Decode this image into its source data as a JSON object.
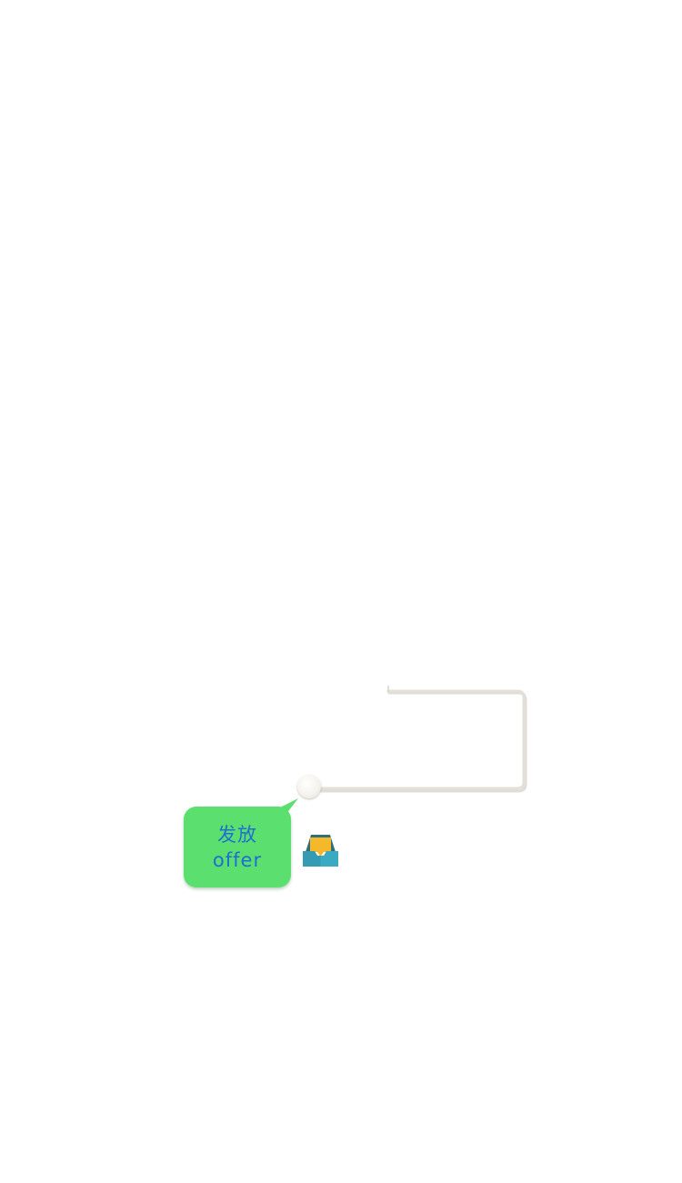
{
  "node": {
    "label_line1": "发放",
    "label_line2": "offer",
    "bubble_color": "#5be06f",
    "text_color": "#1f6fd0"
  },
  "connector": {
    "color": "#d6d3ca"
  },
  "icons": {
    "attachment": "inbox-tray-icon",
    "junction": "junction-dot"
  }
}
